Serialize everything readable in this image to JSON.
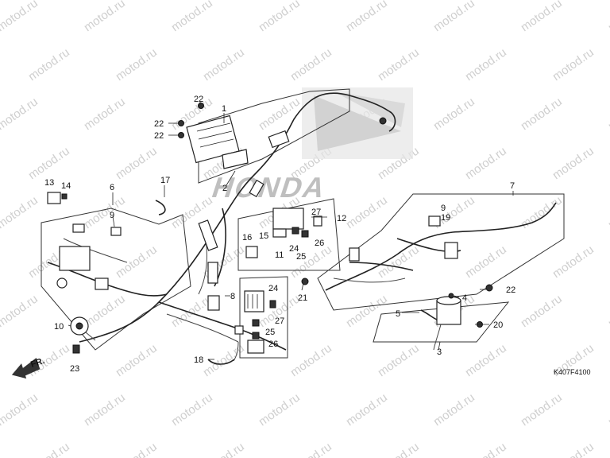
{
  "watermark": {
    "text": "motod.ru",
    "color": "#cfcfcf"
  },
  "brand_mark": {
    "text": "HONDA",
    "color": "#bfbfbf"
  },
  "figure_code": "K407F4100",
  "direction_label": "FR.",
  "callouts": [
    {
      "id": "c1",
      "text": "1"
    },
    {
      "id": "c2",
      "text": "2"
    },
    {
      "id": "c3",
      "text": "3"
    },
    {
      "id": "c4",
      "text": "4"
    },
    {
      "id": "c5",
      "text": "5"
    },
    {
      "id": "c6",
      "text": "6"
    },
    {
      "id": "c7",
      "text": "7"
    },
    {
      "id": "c8",
      "text": "8"
    },
    {
      "id": "c9a",
      "text": "9"
    },
    {
      "id": "c9b",
      "text": "9"
    },
    {
      "id": "c10",
      "text": "10"
    },
    {
      "id": "c11",
      "text": "11"
    },
    {
      "id": "c12",
      "text": "12"
    },
    {
      "id": "c13",
      "text": "13"
    },
    {
      "id": "c14",
      "text": "14"
    },
    {
      "id": "c15",
      "text": "15"
    },
    {
      "id": "c16",
      "text": "16"
    },
    {
      "id": "c17",
      "text": "17"
    },
    {
      "id": "c18",
      "text": "18"
    },
    {
      "id": "c19",
      "text": "19"
    },
    {
      "id": "c20",
      "text": "20"
    },
    {
      "id": "c21",
      "text": "21"
    },
    {
      "id": "c22a",
      "text": "22"
    },
    {
      "id": "c22b",
      "text": "22"
    },
    {
      "id": "c22c",
      "text": "22"
    },
    {
      "id": "c22d",
      "text": "22"
    },
    {
      "id": "c23",
      "text": "23"
    },
    {
      "id": "c24a",
      "text": "24"
    },
    {
      "id": "c24b",
      "text": "24"
    },
    {
      "id": "c25a",
      "text": "25"
    },
    {
      "id": "c25b",
      "text": "25"
    },
    {
      "id": "c26a",
      "text": "26"
    },
    {
      "id": "c26b",
      "text": "26"
    },
    {
      "id": "c27a",
      "text": "27"
    },
    {
      "id": "c27b",
      "text": "27"
    }
  ]
}
